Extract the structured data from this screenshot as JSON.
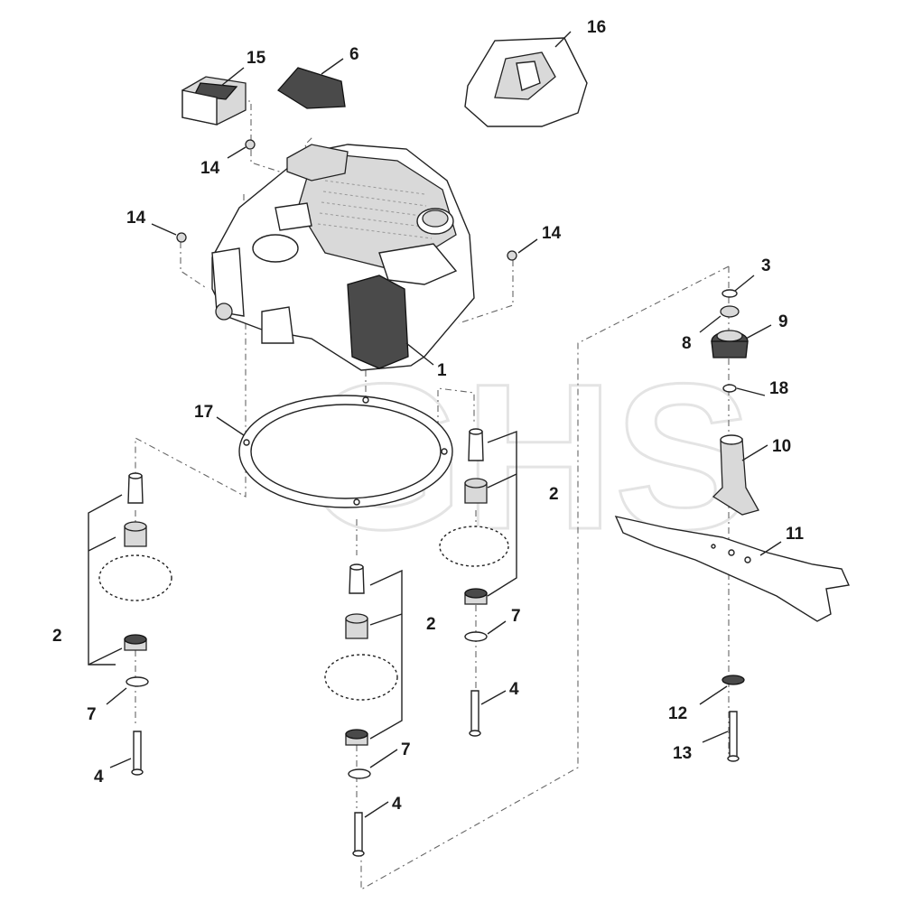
{
  "watermark": "GHS",
  "callouts": {
    "c1": "1",
    "c2a": "2",
    "c2b": "2",
    "c2c": "2",
    "c3": "3",
    "c4a": "4",
    "c4b": "4",
    "c4c": "4",
    "c6": "6",
    "c7a": "7",
    "c7b": "7",
    "c7c": "7",
    "c8": "8",
    "c9": "9",
    "c10": "10",
    "c11": "11",
    "c12": "12",
    "c13": "13",
    "c14a": "14",
    "c14b": "14",
    "c14c": "14",
    "c15": "15",
    "c16": "16",
    "c17": "17",
    "c18": "18"
  }
}
